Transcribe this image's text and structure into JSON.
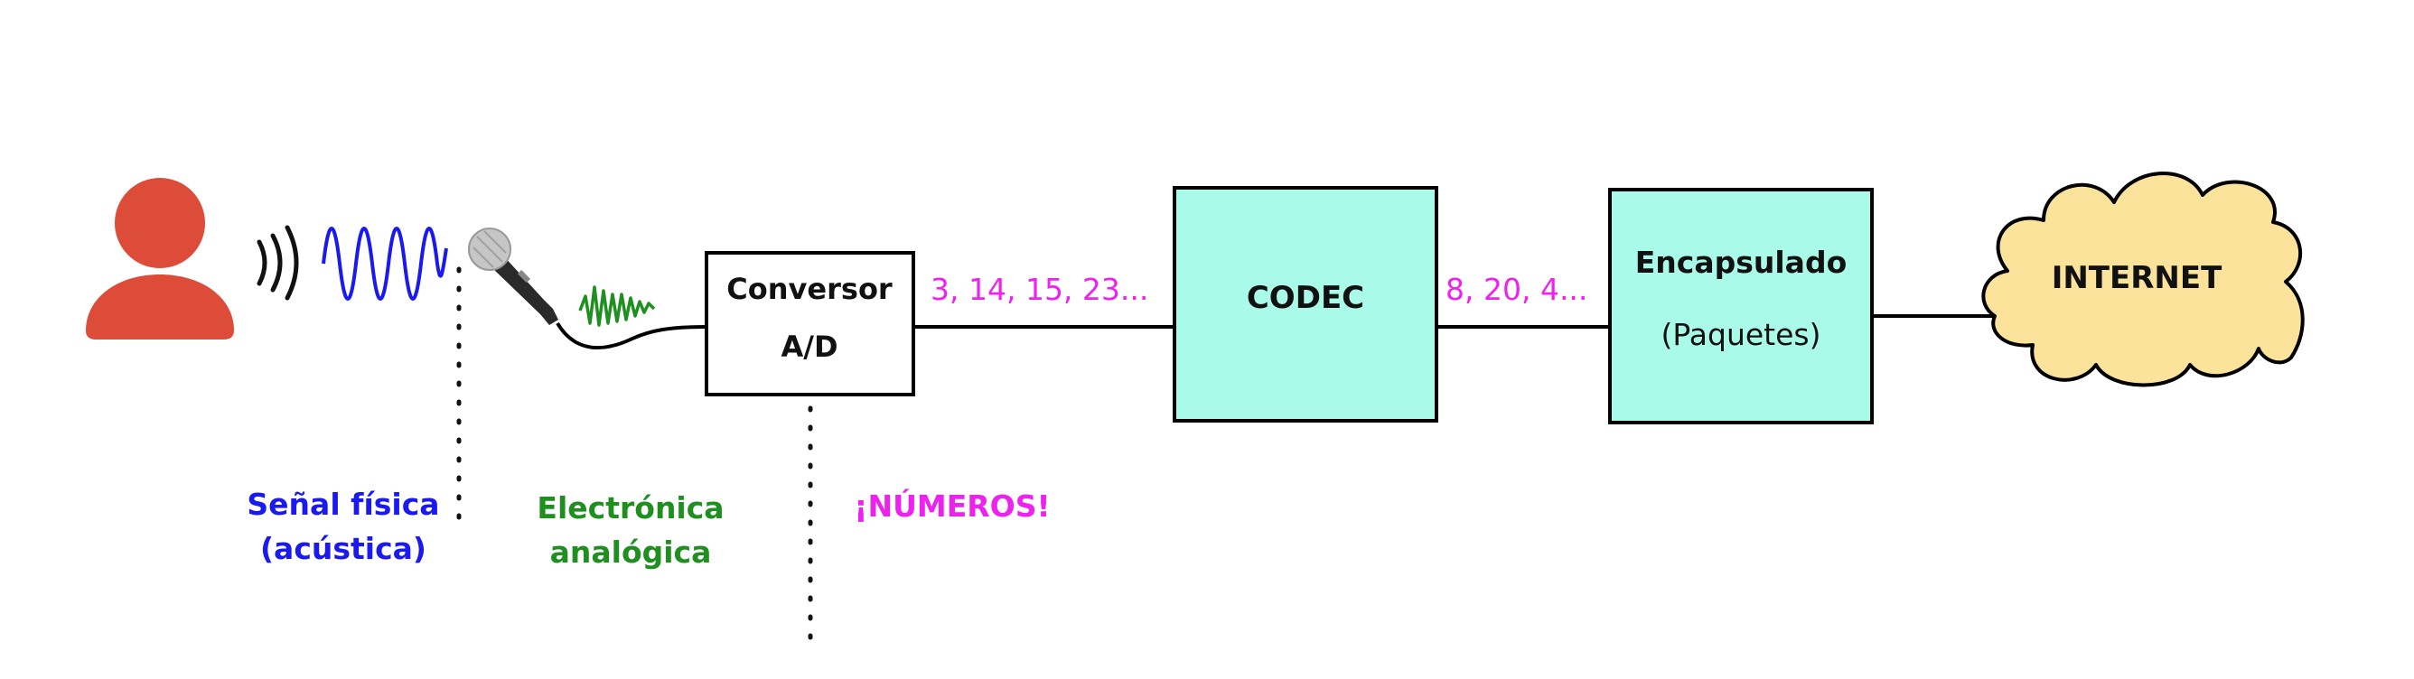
{
  "colors": {
    "person": "#dd4b39",
    "acoustic": "#1a1aee",
    "analog": "#1f8f1f",
    "numbers": "#ee22ee",
    "block_fill": "#aafaea",
    "cloud_fill": "#fbe39b",
    "line": "#000000"
  },
  "icons": {
    "person": "person-icon",
    "sound": "sound-waves-icon",
    "microphone": "microphone-icon",
    "cloud": "cloud-icon"
  },
  "labels": {
    "acoustic_line1": "Señal física",
    "acoustic_line2": "(acústica)",
    "analog_line1": "Electrónica",
    "analog_line2": "analógica",
    "numbers": "¡NÚMEROS!"
  },
  "blocks": {
    "converter_line1": "Conversor",
    "converter_line2": "A/D",
    "codec": "CODEC",
    "encapsulation_line1": "Encapsulado",
    "encapsulation_line2": "(Paquetes)",
    "internet": "INTERNET"
  },
  "streams": {
    "samples": "3, 14, 15, 23...",
    "codec_output": "8, 20, 4..."
  }
}
